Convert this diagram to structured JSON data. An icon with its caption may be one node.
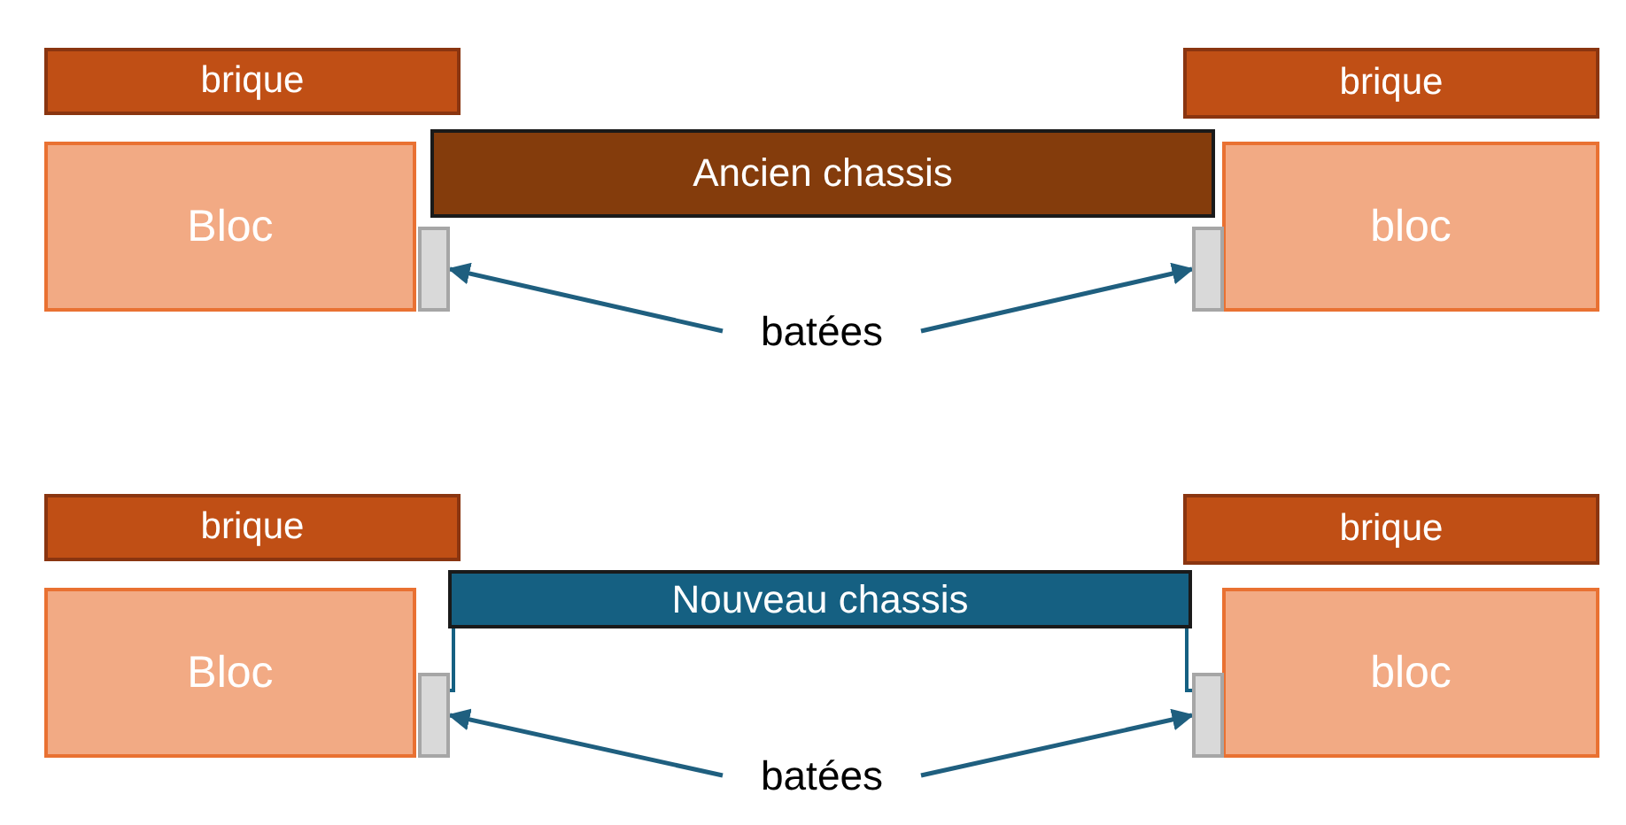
{
  "diagram": {
    "nodes": [
      {
        "text": [
          "brique"
        ]
      },
      {
        "text": [
          "brique"
        ]
      },
      {
        "text": [
          "Bloc"
        ]
      },
      {
        "text": [
          "Ancien chassis"
        ]
      },
      {
        "text": [
          "bloc"
        ]
      },
      {
        "text": [],
        "shape": "box"
      },
      {
        "text": [],
        "shape": "box"
      },
      {
        "text": [
          "batées"
        ]
      },
      {
        "text": [
          "brique"
        ]
      },
      {
        "text": [
          "brique"
        ]
      },
      {
        "text": [
          "Nouveau chassis"
        ]
      },
      {
        "text": [
          "Bloc"
        ]
      },
      {
        "text": [
          "bloc"
        ]
      },
      {
        "text": [],
        "shape": "box"
      },
      {
        "text": [],
        "shape": "box"
      },
      {
        "text": [
          "batées"
        ]
      }
    ],
    "edges": [
      {
        "from": 7,
        "to": 5,
        "arrow": "to"
      },
      {
        "from": 7,
        "to": 6,
        "arrow": "to"
      },
      {
        "from": 15,
        "to": 13,
        "arrow": "to"
      },
      {
        "from": 15,
        "to": 14,
        "arrow": "to"
      },
      {
        "from": 10,
        "to": 13,
        "arrow": "none"
      },
      {
        "from": 10,
        "to": 14,
        "arrow": "none"
      }
    ]
  }
}
